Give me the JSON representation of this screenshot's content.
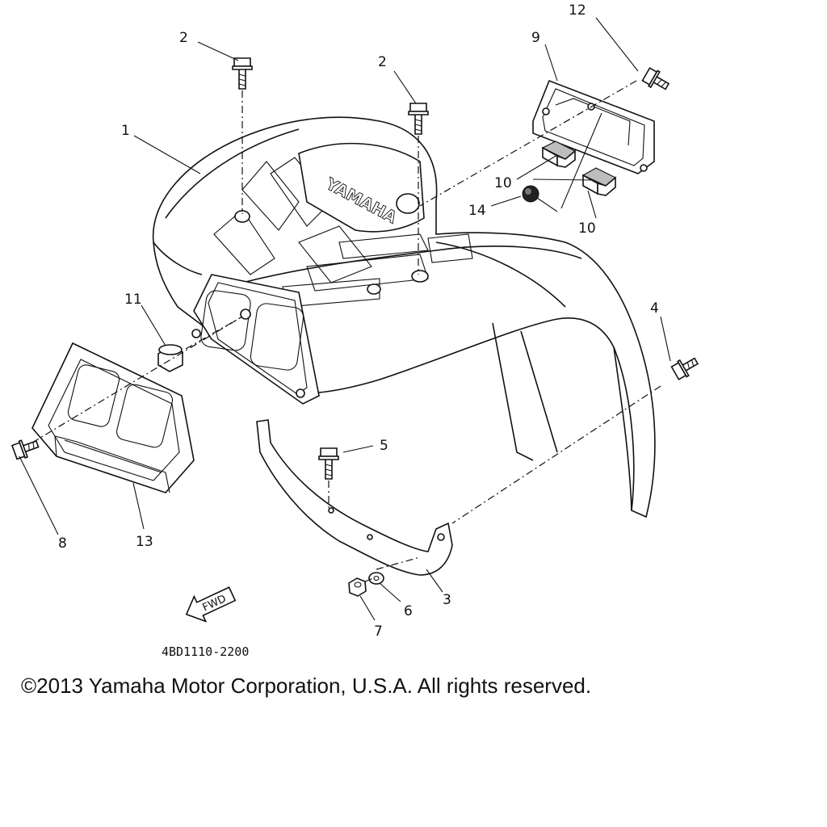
{
  "diagram": {
    "callouts": [
      "1",
      "2",
      "2",
      "3",
      "4",
      "5",
      "6",
      "7",
      "8",
      "9",
      "10",
      "10",
      "11",
      "12",
      "13",
      "14"
    ],
    "brand_mark": "YAMAHA",
    "direction_label": "FWD",
    "drawing_code": "4BD1110-2200"
  },
  "footer": {
    "copyright": "©2013 Yamaha Motor Corporation, U.S.A. All rights reserved."
  }
}
